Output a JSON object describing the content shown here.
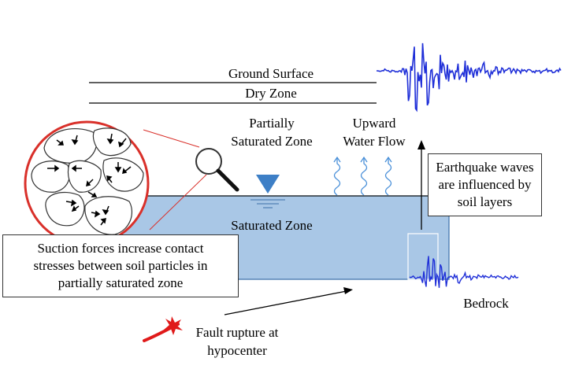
{
  "labels": {
    "ground_surface": "Ground Surface",
    "dry_zone": "Dry Zone",
    "partially_line1": "Partially",
    "partially_line2": "Saturated Zone",
    "upward_line1": "Upward",
    "upward_line2": "Water Flow",
    "saturated_zone": "Saturated Zone",
    "bedrock": "Bedrock",
    "fault_line1": "Fault rupture at",
    "fault_line2": "hypocenter"
  },
  "callouts": {
    "earthquake": [
      "Earthquake waves",
      "are influenced by",
      "soil layers"
    ],
    "suction": [
      "Suction forces increase contact",
      "stresses between soil particles in",
      "partially saturated zone"
    ]
  },
  "colors": {
    "water_fill": "#a9c7e6",
    "water_edge": "#3a6fa8",
    "triangle": "#3d7fc6",
    "seismogram": "#1f2fd8",
    "circle_ring": "#d9302a",
    "fault_star": "#e01a1a",
    "ripple": "#4a90d9"
  },
  "icons": [
    "magnifier-icon",
    "water-table-triangle-icon",
    "fault-star-icon"
  ]
}
